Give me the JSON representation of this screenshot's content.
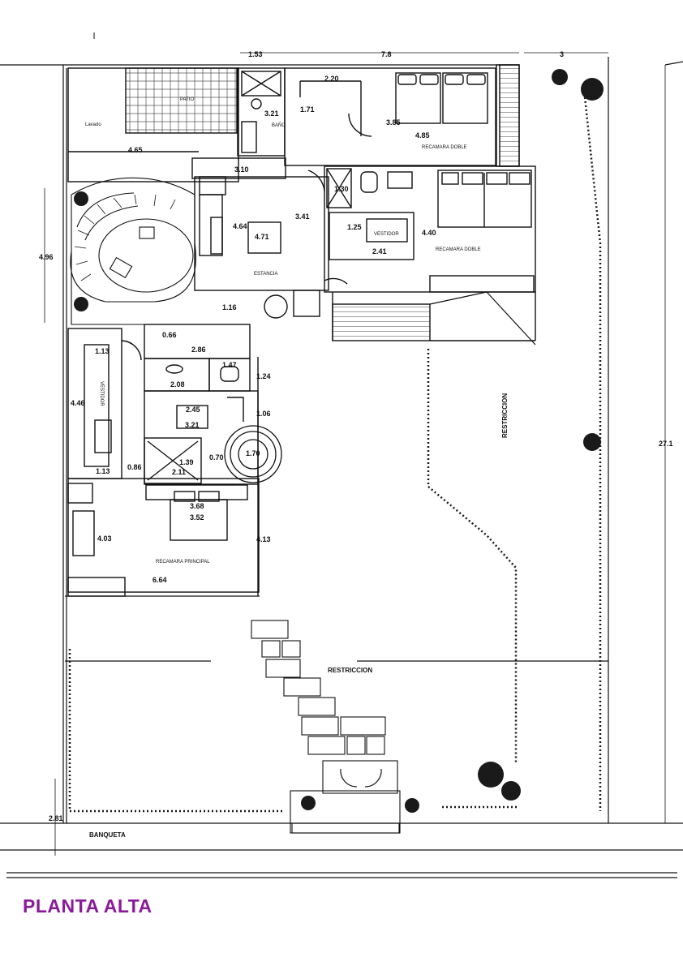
{
  "title": {
    "text": "PLANTA ALTA",
    "color": "#8a1a9a"
  },
  "colors": {
    "line": "#111111",
    "foliage": "#1a1a1a"
  },
  "labels": {
    "patio": "PATIO",
    "lavado": "Lavado",
    "bano": "BAÑO",
    "recamara_doble_1": "RECAMARA DOBLE",
    "recamara_doble_2": "RECAMARA DOBLE",
    "vestidor_1": "VESTIDOR",
    "vestidor_2": "VESTIDOR",
    "estancia": "ESTANCIA",
    "recamara_principal": "RECAMARA PRINCIPAL",
    "restriccion_h": "RESTRICCION",
    "restriccion_v": "RESTRICCION",
    "banqueta": "BANQUETA"
  },
  "dimensions": {
    "d_1_53": "1.53",
    "d_7_8": "7.8",
    "d_3": "3",
    "d_2_20": "2.20",
    "d_3_21a": "3.21",
    "d_1_71": "1.71",
    "d_3_85": "3.85",
    "d_4_85": "4.85",
    "d_4_65": "4.65",
    "d_3_10": "3.10",
    "d_1_30": "1.30",
    "d_1_25": "1.25",
    "d_3_41": "3.41",
    "d_4_64": "4.64",
    "d_4_71": "4.71",
    "d_2_41": "2.41",
    "d_4_40": "4.40",
    "d_4_96": "4.96",
    "d_1_16": "1.16",
    "d_0_66": "0.66",
    "d_2_86": "2.86",
    "d_1_13a": "1.13",
    "d_1_47": "1.47",
    "d_1_24": "1.24",
    "d_2_08": "2.08",
    "d_4_46": "4.46",
    "d_2_45": "2.45",
    "d_1_06": "1.06",
    "d_3_21b": "3.21",
    "d_1_70": "1.70",
    "d_1_39": "1.39",
    "d_0_70": "0.70",
    "d_1_13b": "1.13",
    "d_0_86": "0.86",
    "d_2_11": "2.11",
    "d_27": "27.1",
    "d_3_68": "3.68",
    "d_3_52": "3.52",
    "d_4_03": "4.03",
    "d_4_13": "4.13",
    "d_6_64": "6.64",
    "d_2_81": "2.81"
  }
}
